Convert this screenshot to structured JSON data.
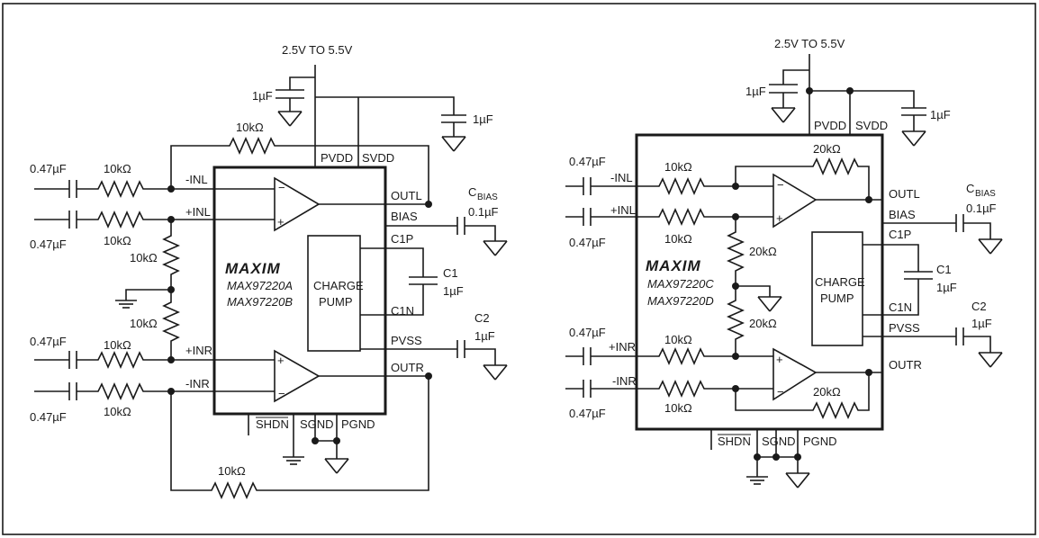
{
  "left": {
    "supply": "2.5V TO 5.5V",
    "cap_1uF_a": "1µF",
    "cap_1uF_b": "1µF",
    "res_fb_top": "10kΩ",
    "res_fb_bottom": "10kΩ",
    "res_inl": "10kΩ",
    "res_inl2": "10kΩ",
    "res_div_top": "10kΩ",
    "res_div_bot": "10kΩ",
    "res_inr": "10kΩ",
    "res_inr2": "10kΩ",
    "cap_in1": "0.47µF",
    "cap_in2": "0.47µF",
    "cap_in3": "0.47µF",
    "cap_in4": "0.47µF",
    "pin_inl_neg": "-INL",
    "pin_inl_pos": "+INL",
    "pin_inr_pos": "+INR",
    "pin_inr_neg": "-INR",
    "pin_pvdd": "PVDD",
    "pin_svdd": "SVDD",
    "pin_outl": "OUTL",
    "pin_bias": "BIAS",
    "pin_c1p": "C1P",
    "pin_c1n": "C1N",
    "pin_pvss": "PVSS",
    "pin_outr": "OUTR",
    "pin_shdn": "SHDN",
    "pin_sgnd": "SGND",
    "pin_pgnd": "PGND",
    "charge_pump_1": "CHARGE",
    "charge_pump_2": "PUMP",
    "logo": "MAXIM",
    "part_a": "MAX97220A",
    "part_b": "MAX97220B",
    "cbias_c": "C",
    "cbias_sub": "BIAS",
    "cbias_val": "0.1µF",
    "c1": "C1",
    "c1_val": "1µF",
    "c2": "C2",
    "c2_val": "1µF"
  },
  "right": {
    "supply": "2.5V TO 5.5V",
    "cap_1uF_a": "1µF",
    "cap_1uF_b": "1µF",
    "res_inl": "10kΩ",
    "res_inl2": "10kΩ",
    "res_inr": "10kΩ",
    "res_inr2": "10kΩ",
    "res_fb_top": "20kΩ",
    "res_div_top": "20kΩ",
    "res_div_bot": "20kΩ",
    "res_fb_bottom": "20kΩ",
    "cap_in1": "0.47µF",
    "cap_in2": "0.47µF",
    "cap_in3": "0.47µF",
    "cap_in4": "0.47µF",
    "pin_inl_neg": "-INL",
    "pin_inl_pos": "+INL",
    "pin_inr_pos": "+INR",
    "pin_inr_neg": "-INR",
    "pin_pvdd": "PVDD",
    "pin_svdd": "SVDD",
    "pin_outl": "OUTL",
    "pin_bias": "BIAS",
    "pin_c1p": "C1P",
    "pin_c1n": "C1N",
    "pin_pvss": "PVSS",
    "pin_outr": "OUTR",
    "pin_shdn": "SHDN",
    "pin_sgnd": "SGND",
    "pin_pgnd": "PGND",
    "charge_pump_1": "CHARGE",
    "charge_pump_2": "PUMP",
    "logo": "MAXIM",
    "part_c": "MAX97220C",
    "part_d": "MAX97220D",
    "cbias_c": "C",
    "cbias_sub": "BIAS",
    "cbias_val": "0.1µF",
    "c1": "C1",
    "c1_val": "1µF",
    "c2": "C2",
    "c2_val": "1µF"
  }
}
